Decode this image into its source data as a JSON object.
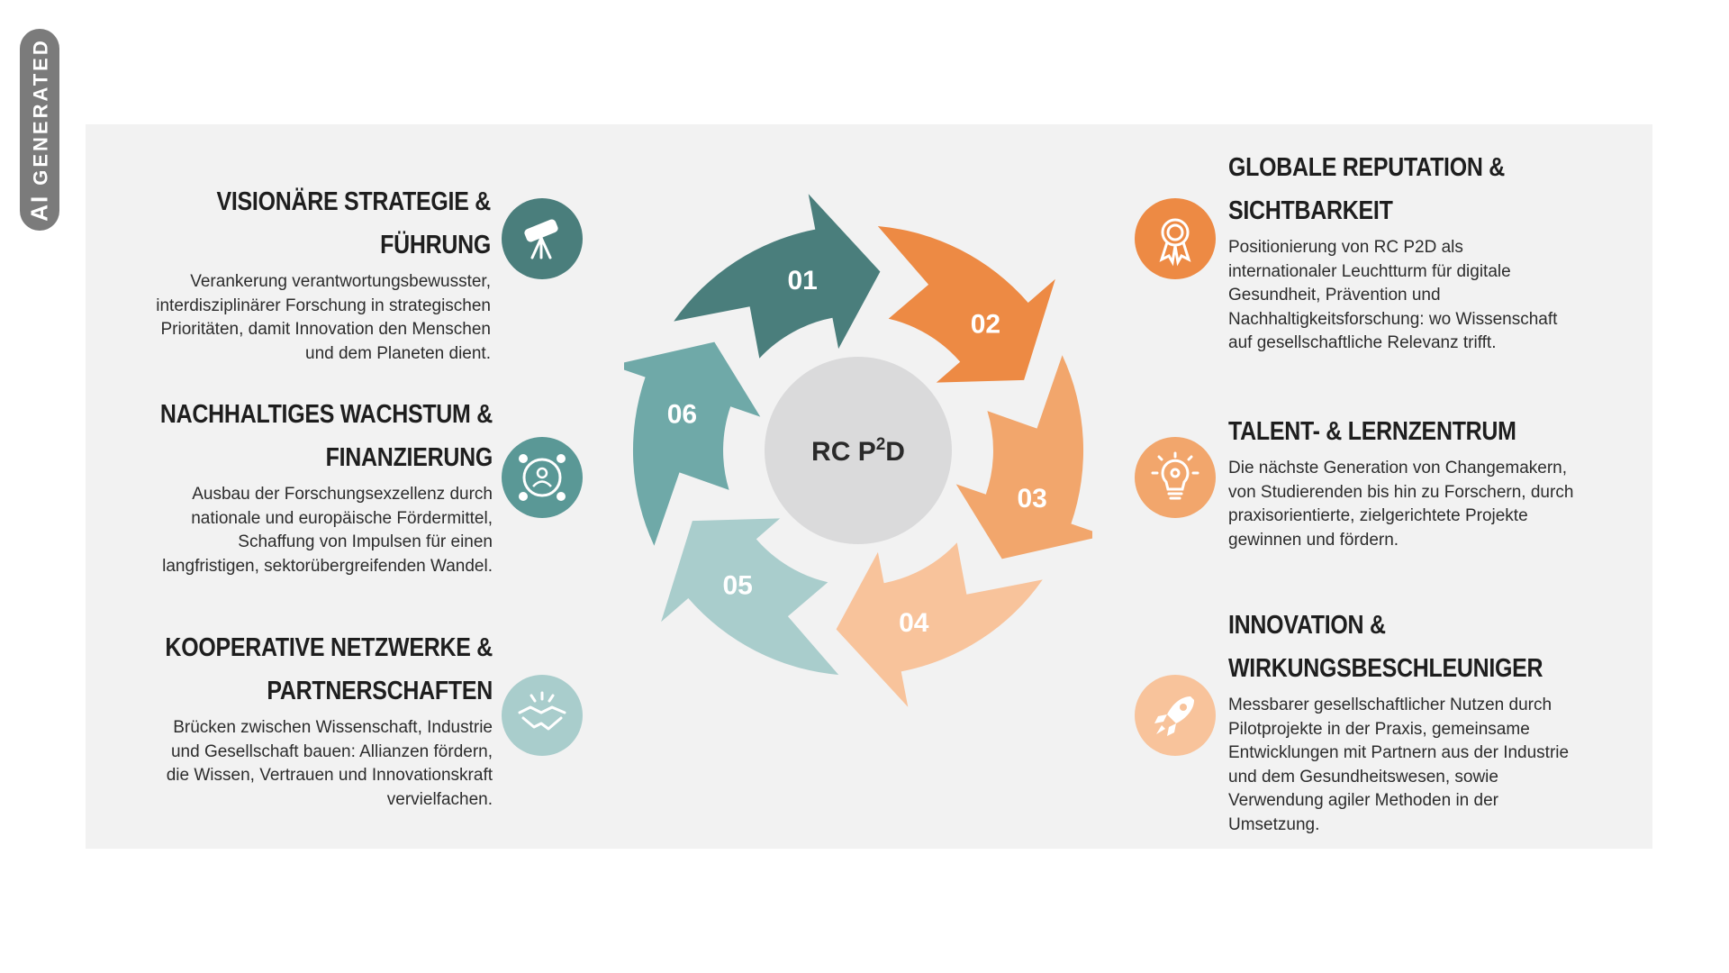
{
  "badge": {
    "ai": "AI",
    "label": "GENERATED"
  },
  "center_label": {
    "base": "RC P",
    "sup": "2",
    "tail": "D"
  },
  "cycle": [
    "01",
    "02",
    "03",
    "04",
    "05",
    "06"
  ],
  "colors": {
    "s01": "#4a7e7c",
    "s02": "#ed8a44",
    "s03": "#f2a66c",
    "s04": "#f8c39b",
    "s05": "#a9cdcc",
    "s06": "#6fa9a8",
    "center": "#dadadb",
    "panel": "#f2f2f2"
  },
  "left_items": [
    {
      "title": [
        "VISIONÄRE STRATEGIE & FÜHRUNG"
      ],
      "desc": [
        "Verankerung verantwortungsbewusster,",
        "interdisziplinärer Forschung in strategischen",
        "Prioritäten, damit Innovation den Menschen",
        "und dem Planeten dient."
      ],
      "icon": "telescope-icon"
    },
    {
      "title": [
        "NACHHALTIGES WACHSTUM &",
        "FINANZIERUNG"
      ],
      "desc": [
        "Ausbau der Forschungsexzellenz durch",
        "nationale und europäische Fördermittel,",
        "Schaffung von Impulsen für einen",
        "langfristigen, sektorübergreifenden Wandel."
      ],
      "icon": "network-person-icon"
    },
    {
      "title": [
        "KOOPERATIVE NETZWERKE &",
        "PARTNERSCHAFTEN"
      ],
      "desc": [
        "Brücken zwischen Wissenschaft, Industrie",
        "und Gesellschaft bauen: Allianzen fördern,",
        "die Wissen, Vertrauen und Innovationskraft",
        "vervielfachen."
      ],
      "icon": "handshake-icon"
    }
  ],
  "right_items": [
    {
      "title": [
        "GLOBALE REPUTATION &",
        "SICHTBARKEIT"
      ],
      "desc": [
        "Positionierung von RC P2D als",
        "internationaler Leuchtturm für digitale",
        "Gesundheit, Prävention und",
        "Nachhaltigkeitsforschung: wo Wissenschaft",
        "auf gesellschaftliche Relevanz trifft."
      ],
      "icon": "award-ribbon-icon"
    },
    {
      "title": [
        "TALENT- & LERNZENTRUM"
      ],
      "desc": [
        "Die nächste Generation von Changemakern,",
        "von Studierenden bis hin zu Forschern, durch",
        "praxisorientierte, zielgerichtete Projekte",
        "gewinnen und fördern."
      ],
      "icon": "lightbulb-icon"
    },
    {
      "title": [
        "INNOVATION &",
        "WIRKUNGSBESCHLEUNIGER"
      ],
      "desc": [
        "Messbarer gesellschaftlicher Nutzen durch",
        "Pilotprojekte in der Praxis, gemeinsame",
        "Entwicklungen mit Partnern aus der Industrie",
        "und dem Gesundheitswesen, sowie",
        "Verwendung agiler Methoden in der",
        "Umsetzung."
      ],
      "icon": "rocket-icon"
    }
  ]
}
